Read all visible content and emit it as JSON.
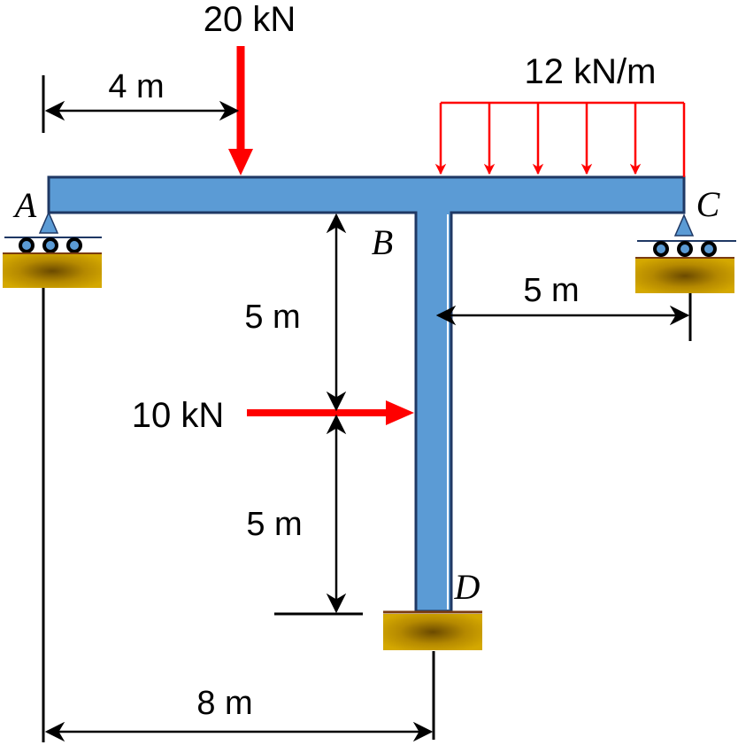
{
  "points": {
    "a": "A",
    "b": "B",
    "c": "C",
    "d": "D"
  },
  "loads": {
    "point_top": "20 kN",
    "distributed": "12 kN/m",
    "point_side": "10 kN"
  },
  "dimensions": {
    "a_to_load": "4 m",
    "b_to_c": "5 m",
    "b_to_side_load": "5 m",
    "side_load_to_d": "5 m",
    "a_to_d": "8 m"
  },
  "colors": {
    "member_fill": "#5b9bd5",
    "member_edge": "#1f3864",
    "load": "#ff0000",
    "dimension": "#000000",
    "support_block": "#c99a00",
    "support_line": "#7a3b10"
  }
}
